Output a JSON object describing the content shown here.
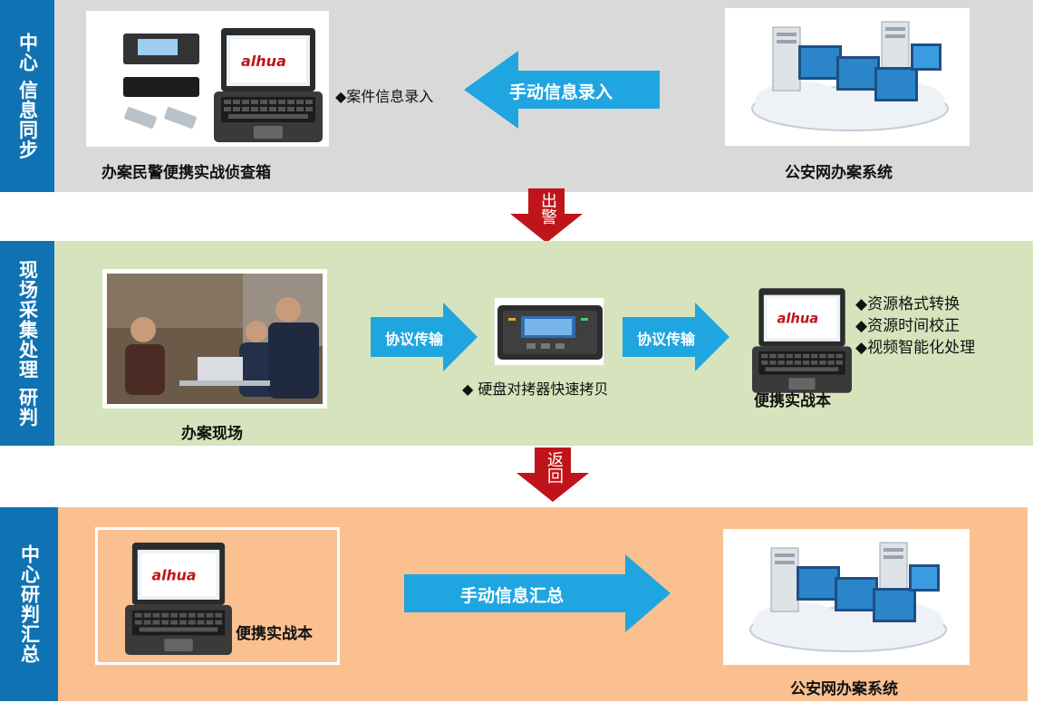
{
  "colors": {
    "band1": "#d9d9d9",
    "band2": "#d6e3bc",
    "band3": "#fac090",
    "tab": "#0f73b3",
    "blue_arrow": "#1fa6e0",
    "red_arrow": "#c0141b"
  },
  "sections": {
    "sync": {
      "tab_label": "中心 信息同步",
      "kit_caption": "办案民警便携实战侦查箱",
      "entry_note": "◆案件信息录入",
      "arrow_label": "手动信息录入",
      "system_caption": "公安网办案系统"
    },
    "collect": {
      "tab_label": "现场采集处理 研判",
      "scene_caption": "办案现场",
      "proto_label_1": "协议传输",
      "proto_label_2": "协议传输",
      "copier_note": "◆ 硬盘对拷器快速拷贝",
      "laptop_caption": "便携实战本",
      "features": [
        "◆资源格式转换",
        "◆资源时间校正",
        "◆视频智能化处理"
      ]
    },
    "summary": {
      "tab_label": "中心研判汇总",
      "laptop_caption": "便携实战本",
      "arrow_label": "手动信息汇总",
      "system_caption": "公安网办案系统"
    }
  },
  "transitions": {
    "dispatch": "出警",
    "return": "返回"
  },
  "brand": {
    "laptop_logo": "alhua"
  },
  "icons": {
    "kit": "case-kit-devices-icon",
    "laptop": "rugged-laptop-icon",
    "servers": "server-cloud-icon",
    "copier": "hard-disk-copier-icon",
    "scene": "investigation-scene-photo"
  }
}
